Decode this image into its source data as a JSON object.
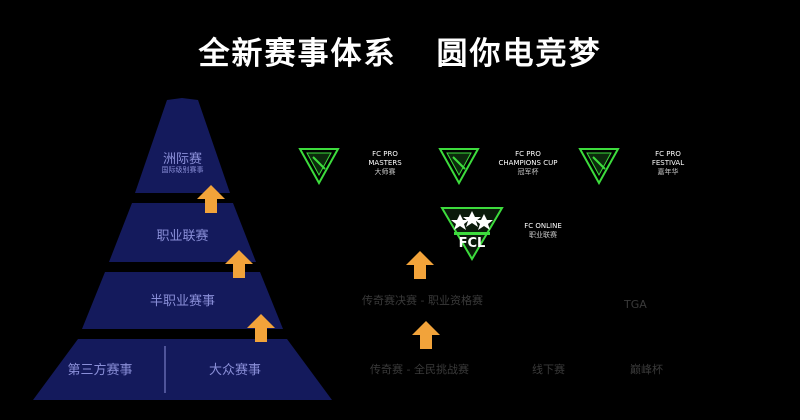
{
  "title": {
    "left": "全新赛事体系",
    "right": "圆你电竞梦"
  },
  "pyramid": {
    "tier1": {
      "label": "洲际赛",
      "sub": "国际级别赛事"
    },
    "tier2": {
      "label": "职业联赛"
    },
    "tier3": {
      "label": "半职业赛事"
    },
    "tier4": {
      "left": "第三方赛事",
      "right": "大众赛事"
    }
  },
  "events": {
    "masters": {
      "line1": "FC PRO",
      "line2": "MASTERS",
      "sub": "大师赛"
    },
    "champions": {
      "line1": "FC PRO",
      "line2": "CHAMPIONS CUP",
      "sub": "冠军杯"
    },
    "festival": {
      "line1": "FC PRO",
      "line2": "FESTIVAL",
      "sub": "嘉年华"
    },
    "fcl": {
      "logo_text": "FCL",
      "line1": "FC ONLINE",
      "sub": "职业联赛"
    }
  },
  "semi_pro": {
    "main": "传奇赛决赛 - 职业资格赛",
    "side": "TGA"
  },
  "mass": {
    "item1": "传奇赛 - 全民挑战赛",
    "item2": "线下赛",
    "item3": "巅峰杯"
  },
  "colors": {
    "background": "#000000",
    "pyramid_fill": "#141a5c",
    "pyramid_label": "#8a8fd8",
    "arrow": "#f2a33a",
    "logo_green": "#3ddc3d"
  }
}
